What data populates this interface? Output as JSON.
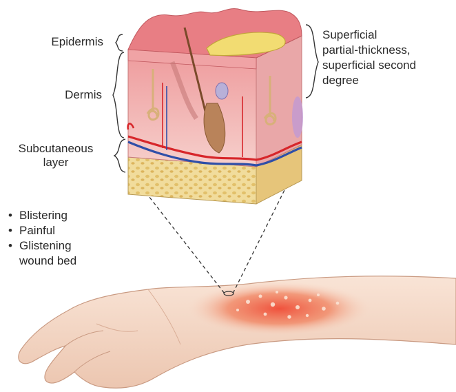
{
  "labels": {
    "epidermis": "Epidermis",
    "dermis": "Dermis",
    "subcutaneous_line1": "Subcutaneous",
    "subcutaneous_line2": "layer",
    "classification_line1": "Superficial",
    "classification_line2": "partial-thickness,",
    "classification_line3": "superficial second",
    "classification_line4": "degree"
  },
  "features": [
    "Blistering",
    "Painful",
    "Glistening",
    "wound bed"
  ],
  "colors": {
    "skin_top": "#e9878c",
    "blister_fluid": "#f2dc72",
    "dermis": "#f3c2c0",
    "fat": "#efd79a",
    "artery": "#d7262a",
    "vein": "#2f4fa8",
    "arm_skin": "#f7dccb",
    "burn": "#ef5a3f"
  }
}
